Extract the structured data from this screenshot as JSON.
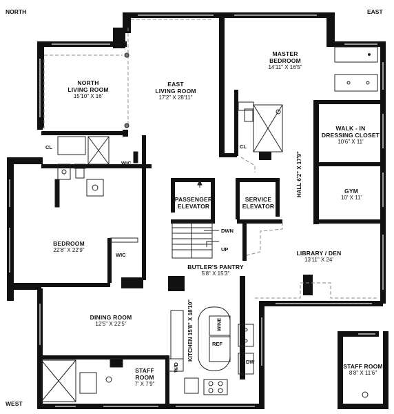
{
  "compass": {
    "north": "NORTH",
    "east": "EAST",
    "west": "WEST"
  },
  "rooms": {
    "north_living": {
      "name": [
        "NORTH",
        "LIVING ROOM"
      ],
      "dims": "15'10\" X 16'"
    },
    "east_living": {
      "name": [
        "EAST",
        "LIVING ROOM"
      ],
      "dims": "17'2\" X 28'11\""
    },
    "master_bedroom": {
      "name": [
        "MASTER",
        "BEDROOM"
      ],
      "dims": "14'11\" X 16'5\""
    },
    "walk_in": {
      "name": [
        "WALK - IN",
        "DRESSING CLOSET"
      ],
      "dims": "10'6\" X 11'"
    },
    "gym": {
      "name": [
        "GYM"
      ],
      "dims": "10' X 11'"
    },
    "hall": {
      "name": "HALL 6'2\" X 17'9\""
    },
    "passenger_elevator": {
      "name": [
        "PASSENGER",
        "ELEVATOR"
      ]
    },
    "service_elevator": {
      "name": [
        "SERVICE",
        "ELEVATOR"
      ]
    },
    "bedroom": {
      "name": [
        "BEDROOM"
      ],
      "dims": "22'8\" X 22'9\""
    },
    "library": {
      "name": [
        "LIBRARY / DEN"
      ],
      "dims": "13'11\" X 24'"
    },
    "butlers_pantry": {
      "name": [
        "BUTLER'S PANTRY"
      ],
      "dims": "5'8\" X 15'3\""
    },
    "dining": {
      "name": [
        "DINING ROOM"
      ],
      "dims": "12'5\" X 22'5\""
    },
    "kitchen": {
      "name": "KITCHEN 15'8\" X 18'10\""
    },
    "staff_room": {
      "name": [
        "STAFF",
        "ROOM"
      ],
      "dims": "7' X 7'9\""
    },
    "staff_room_2": {
      "name": [
        "STAFF ROOM"
      ],
      "dims": "8'8\" X 11'6\""
    }
  },
  "small_labels": {
    "cl": "CL",
    "wic": "WIC",
    "dwn": "DWN",
    "up": "UP",
    "wine": "WINE",
    "ref": "REF",
    "wd": "W/D",
    "dw": "DW"
  },
  "colors": {
    "wall": "#111111",
    "window": "#9a9a9a",
    "line": "#222222",
    "dash": "#8a8a8a"
  }
}
